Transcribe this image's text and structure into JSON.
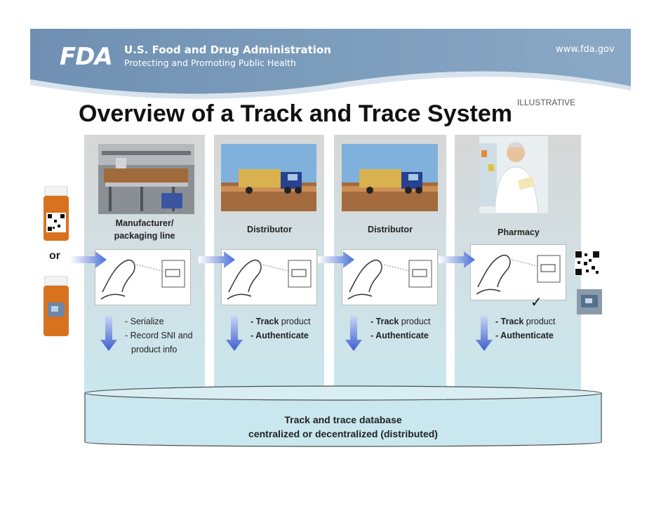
{
  "header": {
    "logo": "FDA",
    "agency": "U.S. Food and Drug Administration",
    "tagline": "Protecting and Promoting Public Health",
    "url": "www.fda.gov"
  },
  "illustrative": "ILLUSTRATIVE",
  "title": "Overview of a Track and Trace System",
  "or_label": "or",
  "check": "✓",
  "stages": [
    {
      "label_line1": "Manufacturer/",
      "label_line2": "packaging line",
      "steps": [
        "- Serialize",
        "- Record SNI and",
        "product info"
      ]
    },
    {
      "label": "Distributor",
      "step1_bold": "- Track",
      "step1_rest": " product",
      "step2": "- Authenticate"
    },
    {
      "label": "Distributor",
      "step1_bold": "- Track",
      "step1_rest": " product",
      "step2": "- Authenticate"
    },
    {
      "label": "Pharmacy",
      "step1_bold": "- Track",
      "step1_rest": " product",
      "step2": "- Authenticate"
    }
  ],
  "database": {
    "line1": "Track and trace database",
    "line2": "centralized or decentralized (distributed)"
  },
  "colors": {
    "banner": "#7f9fbd",
    "arrow": "#4a6fd6",
    "column_bottom": "#c9e7ee",
    "database_fill": "#c9e7ee"
  }
}
